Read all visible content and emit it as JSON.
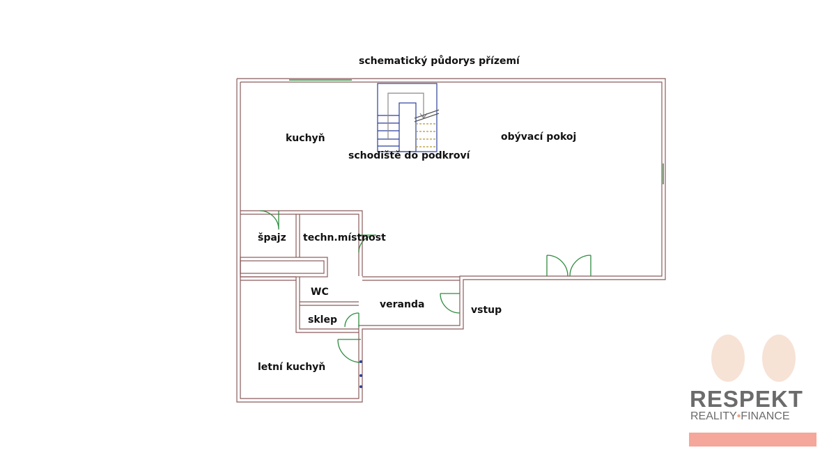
{
  "title": "schematický půdorys přízemí",
  "rooms": {
    "kitchen": "kuchyň",
    "stairs": "schodiště do podkroví",
    "living_room": "obývací pokoj",
    "pantry": "špajz",
    "tech_room": "techn.místnost",
    "wc": "WC",
    "cellar": "sklep",
    "veranda": "veranda",
    "entrance": "vstup",
    "summer_kitchen": "letní kuchyň"
  },
  "logo": {
    "main": "RESPEKT",
    "sub_left": "REALITY",
    "sub_sep": "•",
    "sub_right": "FINANCE"
  },
  "colors": {
    "wall": "#8a5a5a",
    "door": "#2e8b3e",
    "stairs": "#2a3f9a",
    "stairs_upper": "#b8962e",
    "logo_text": "#6b6b6b",
    "logo_bar": "#f4a79a"
  }
}
